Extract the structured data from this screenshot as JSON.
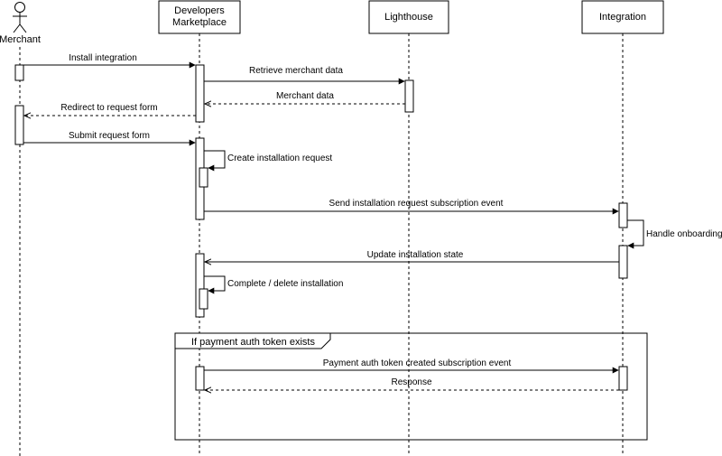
{
  "participants": {
    "merchant": "Merchant",
    "marketplace_line1": "Developers",
    "marketplace_line2": "Marketplace",
    "lighthouse": "Lighthouse",
    "integration": "Integration"
  },
  "messages": {
    "install_integration": "Install integration",
    "retrieve_merchant_data": "Retrieve merchant data",
    "merchant_data": "Merchant data",
    "redirect_to_request_form": "Redirect to request form",
    "submit_request_form": "Submit request form",
    "create_installation_request": "Create installation request",
    "send_installation_request_event": "Send installation request subscription event",
    "handle_onboarding": "Handle onboarding",
    "update_installation_state": "Update installation state",
    "complete_delete_installation": "Complete / delete installation",
    "payment_auth_token_event": "Payment auth token created subscription event",
    "response": "Response"
  },
  "frame": {
    "condition": "If payment auth token exists"
  }
}
